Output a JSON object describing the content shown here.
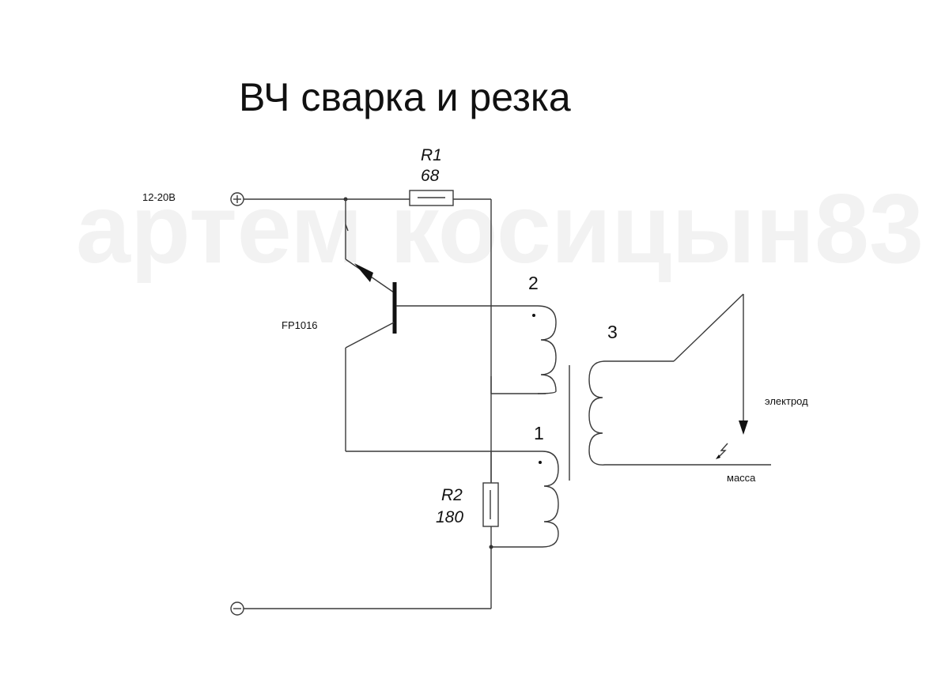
{
  "title": "ВЧ сварка и резка",
  "watermark": "артем косицын83",
  "supply": {
    "voltage_label": "12-20В",
    "plus_symbol": "+",
    "minus_symbol": "−"
  },
  "resistors": {
    "r1": {
      "name": "R1",
      "value": "68"
    },
    "r2": {
      "name": "R2",
      "value": "180"
    }
  },
  "transistor": {
    "label": "FP1016"
  },
  "windings": {
    "w1": "1",
    "w2": "2",
    "w3": "3"
  },
  "output": {
    "electrode_label": "электрод",
    "ground_label": "масса"
  }
}
